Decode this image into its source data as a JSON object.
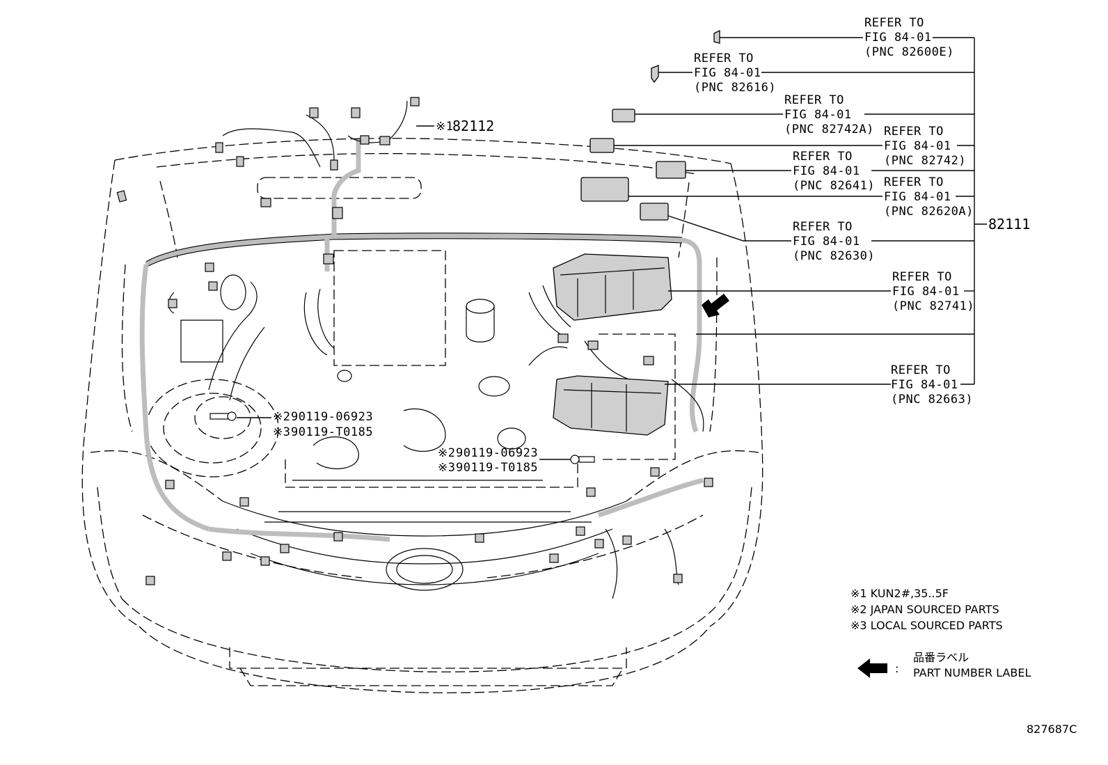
{
  "diagram": {
    "refer_labels": [
      {
        "line1": "REFER TO",
        "line2": "FIG 84-01",
        "line3": "(PNC 82600E)"
      },
      {
        "line1": "REFER TO",
        "line2": "FIG 84-01",
        "line3": "(PNC 82616)"
      },
      {
        "line1": "REFER TO",
        "line2": "FIG 84-01",
        "line3": "(PNC 82742A)"
      },
      {
        "line1": "REFER TO",
        "line2": "FIG 84-01",
        "line3": "(PNC 82742)"
      },
      {
        "line1": "REFER TO",
        "line2": "FIG 84-01",
        "line3": "(PNC 82641)"
      },
      {
        "line1": "REFER TO",
        "line2": "FIG 84-01",
        "line3": "(PNC 82620A)"
      },
      {
        "line1": "REFER TO",
        "line2": "FIG 84-01",
        "line3": "(PNC 82630)"
      },
      {
        "line1": "REFER TO",
        "line2": "FIG 84-01",
        "line3": "(PNC 82741)"
      },
      {
        "line1": "REFER TO",
        "line2": "FIG 84-01",
        "line3": "(PNC 82663)"
      }
    ],
    "part_numbers": {
      "main_harness": "82111",
      "sub_harness_mark": "※1",
      "sub_harness": "82112",
      "bolt_left_1_mark": "※2",
      "bolt_left_1": "90119-06923",
      "bolt_left_2_mark": "※3",
      "bolt_left_2": "90119-T0185",
      "bolt_center_1_mark": "※2",
      "bolt_center_1": "90119-06923",
      "bolt_center_2_mark": "※3",
      "bolt_center_2": "90119-T0185"
    },
    "notes": [
      "※1 KUN2#,35..5F",
      "※2 JAPAN SOURCED PARTS",
      "※3 LOCAL SOURCED PARTS"
    ],
    "legend": {
      "colon": ":",
      "label_jp": "品番ラベル",
      "label_en": "PART NUMBER LABEL"
    },
    "figure_code": "827687C"
  }
}
